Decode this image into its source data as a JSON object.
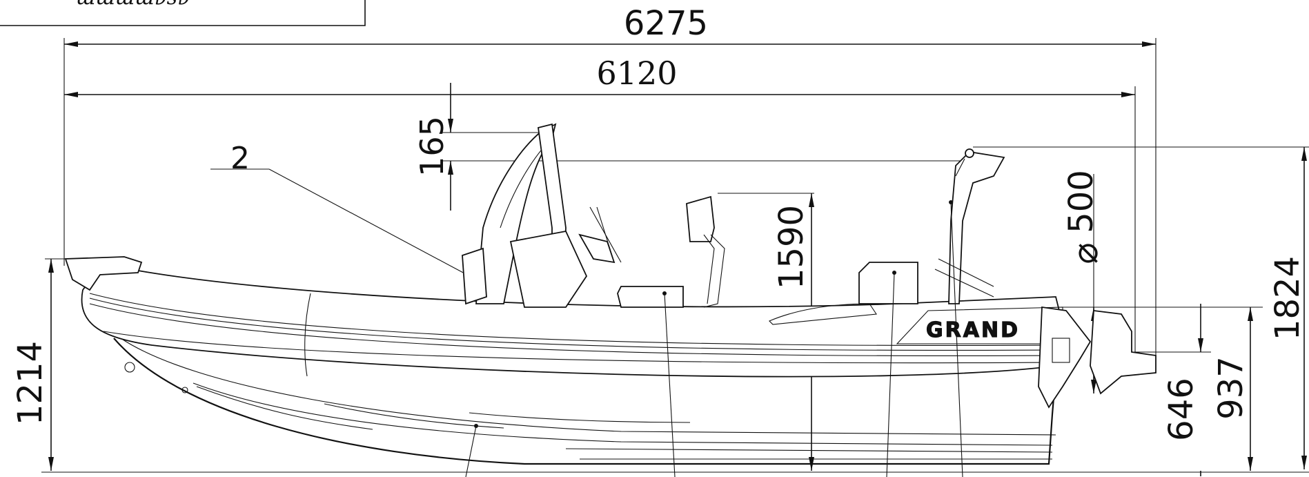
{
  "drawing": {
    "title_block_text": "ɯɯɯɯɐsɐ",
    "brand_logo": "GRAND",
    "item_label": "2",
    "dimensions": {
      "overall_length": "6275",
      "hull_length": "6120",
      "windscreen_offset": "165",
      "console_height": "1590",
      "light_mast_diameter": "500",
      "diameter_symbol": "⌀",
      "overall_height": "1824",
      "bow_height": "1214",
      "transom_height": "937",
      "engine_mount_height": "646"
    }
  }
}
